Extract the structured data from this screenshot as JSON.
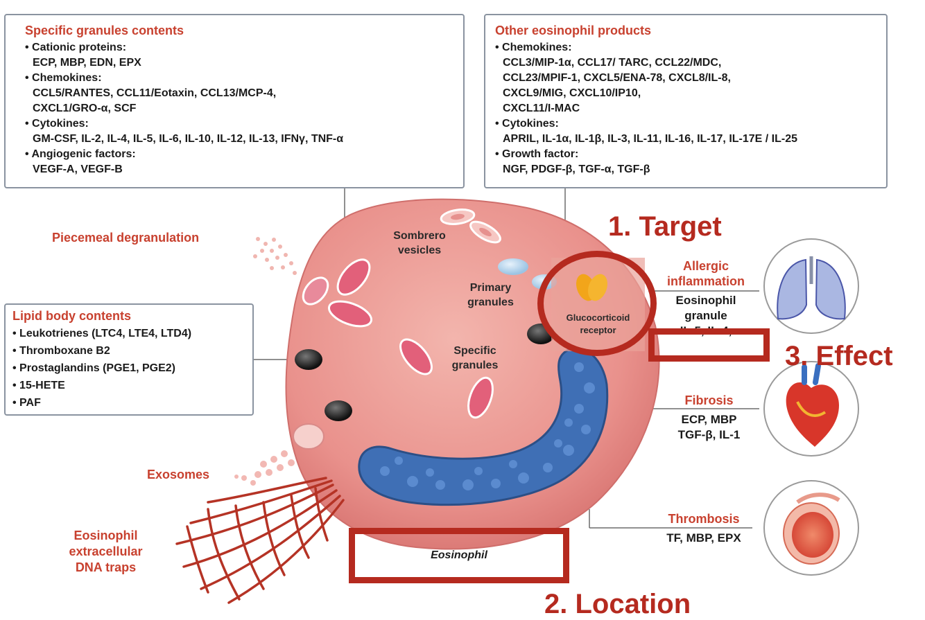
{
  "specific_box": {
    "title": "Specific granules contents",
    "items": [
      {
        "head": "Cationic proteins:",
        "values": [
          "ECP, MBP, EDN, EPX"
        ]
      },
      {
        "head": "Chemokines:",
        "values": [
          "CCL5/RANTES, CCL11/Eotaxin, CCL13/MCP-4,",
          "CXCL1/GRO-α, SCF"
        ]
      },
      {
        "head": "Cytokines:",
        "values": [
          "GM-CSF, IL-2, IL-4, IL-5, IL-6, IL-10, IL-12, IL-13, IFNγ, TNF-α"
        ]
      },
      {
        "head": "Angiogenic factors:",
        "values": [
          "VEGF-A, VEGF-B"
        ]
      }
    ]
  },
  "other_box": {
    "title": "Other eosinophil products",
    "items": [
      {
        "head": "Chemokines:",
        "values": [
          "CCL3/MIP-1α, CCL17/ TARC, CCL22/MDC,",
          "CCL23/MPIF-1, CXCL5/ENA-78, CXCL8/IL-8,",
          "CXCL9/MIG, CXCL10/IP10,",
          "CXCL11/I-MAC"
        ]
      },
      {
        "head": "Cytokines:",
        "values": [
          "APRIL, IL-1α, IL-1β, IL-3, IL-11, IL-16, IL-17, IL-17E / IL-25"
        ]
      },
      {
        "head": "Growth factor:",
        "values": [
          "NGF, PDGF-β, TGF-α, TGF-β"
        ]
      }
    ]
  },
  "lipid_box": {
    "title": "Lipid body contents",
    "items": [
      "Leukotrienes (LTC4, LTE4, LTD4)",
      "Thromboxane B2",
      "Prostaglandins (PGE1, PGE2)",
      "15-HETE",
      "PAF"
    ]
  },
  "labels": {
    "piecemeal": "Piecemeal degranulation",
    "sombrero": "Sombrero vesicles",
    "primary": "Primary granules",
    "specific": "Specific granules",
    "glucocorticoid": "Glucocorticoid receptor",
    "exosomes": "Exosomes",
    "net": "Eosinophil extracellular DNA traps",
    "eosinophil": "Eosinophil"
  },
  "outcomes": {
    "allergic_title": "Allergic inflammation",
    "allergic_values": [
      "Eosinophil",
      "granule",
      "IL-5, IL-4,"
    ],
    "fibrosis_title": "Fibrosis",
    "fibrosis_values": [
      "ECP, MBP",
      "TGF-β, IL-1"
    ],
    "thrombosis_title": "Thrombosis",
    "thrombosis_values": [
      "TF, MBP, EPX"
    ]
  },
  "annotations": {
    "target": "1. Target",
    "location": "2. Location",
    "effect": "3. Effect"
  },
  "colors": {
    "accent_red": "#b52a1f",
    "title_red": "#c8412f",
    "cell_pink": "#e58f8f",
    "nucleus_blue": "#3f6fb5"
  }
}
